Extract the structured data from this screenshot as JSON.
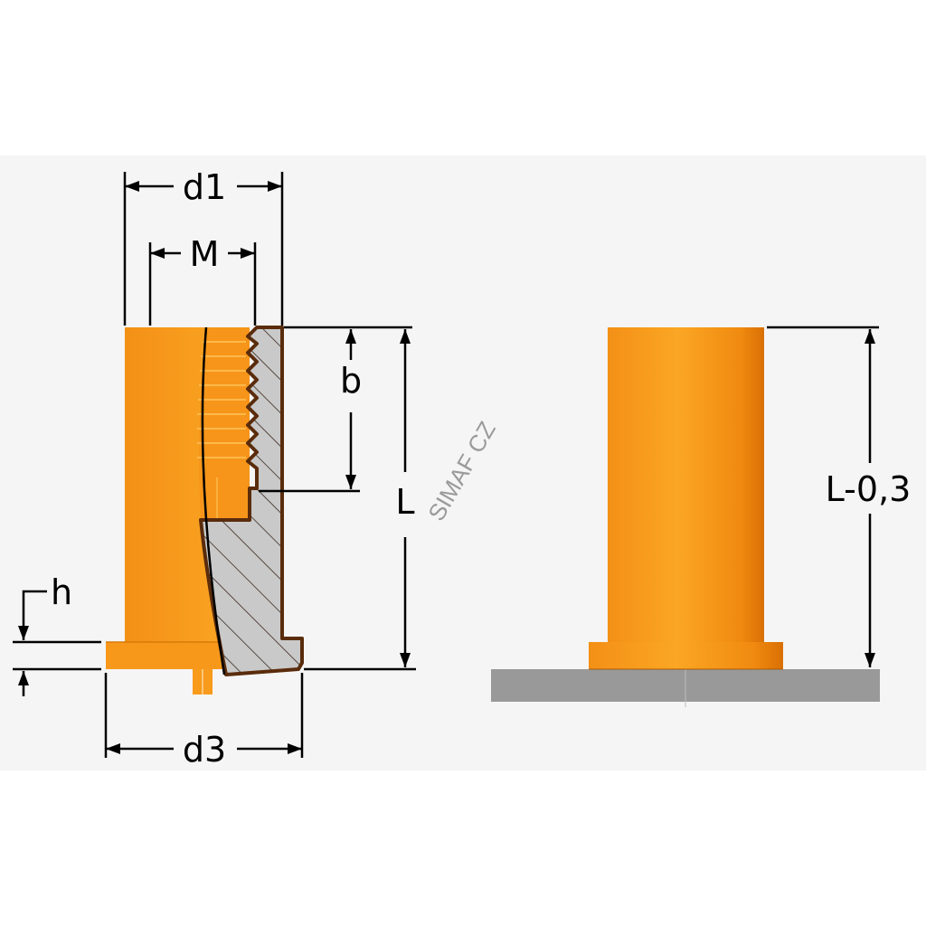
{
  "labels": {
    "d1": "d1",
    "m": "M",
    "b": "b",
    "l": "L",
    "h": "h",
    "d3": "d3",
    "l_minus": "L-0,3"
  },
  "watermark": "SIMAF CZ",
  "colors": {
    "part_orange": "#f89a1c",
    "part_dark": "#e07a06",
    "section_gray": "#c8c8c8",
    "outline_brown": "#5a2c0c",
    "plate_gray": "#999999",
    "band_bg": "#f5f5f5"
  }
}
